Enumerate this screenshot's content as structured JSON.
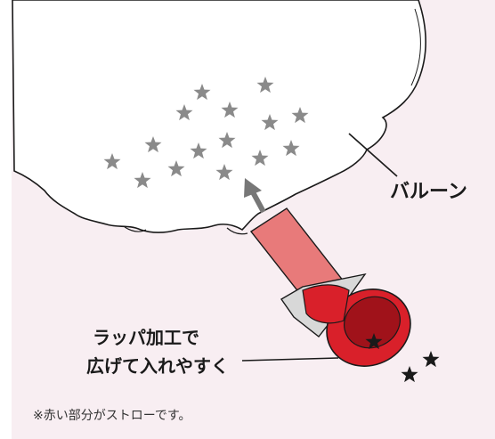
{
  "labels": {
    "balloon": "バルーン",
    "instruction_line1": "ラッパ加工で",
    "instruction_line2": "広げて入れやすく",
    "footnote": "※赤い部分がストローです。"
  },
  "colors": {
    "background": "#f8eef2",
    "balloon_fill": "#ffffff",
    "outline": "#1a1a1a",
    "star_inside": "#8a8a8a",
    "star_outside": "#1a1a1a",
    "straw_red": "#d9202a",
    "straw_red_light": "#e87a7a",
    "arrow": "#777777"
  },
  "icons": {
    "stars_inside": "star-icon",
    "stars_outside": "star-icon",
    "arrow": "arrow-up-icon"
  }
}
